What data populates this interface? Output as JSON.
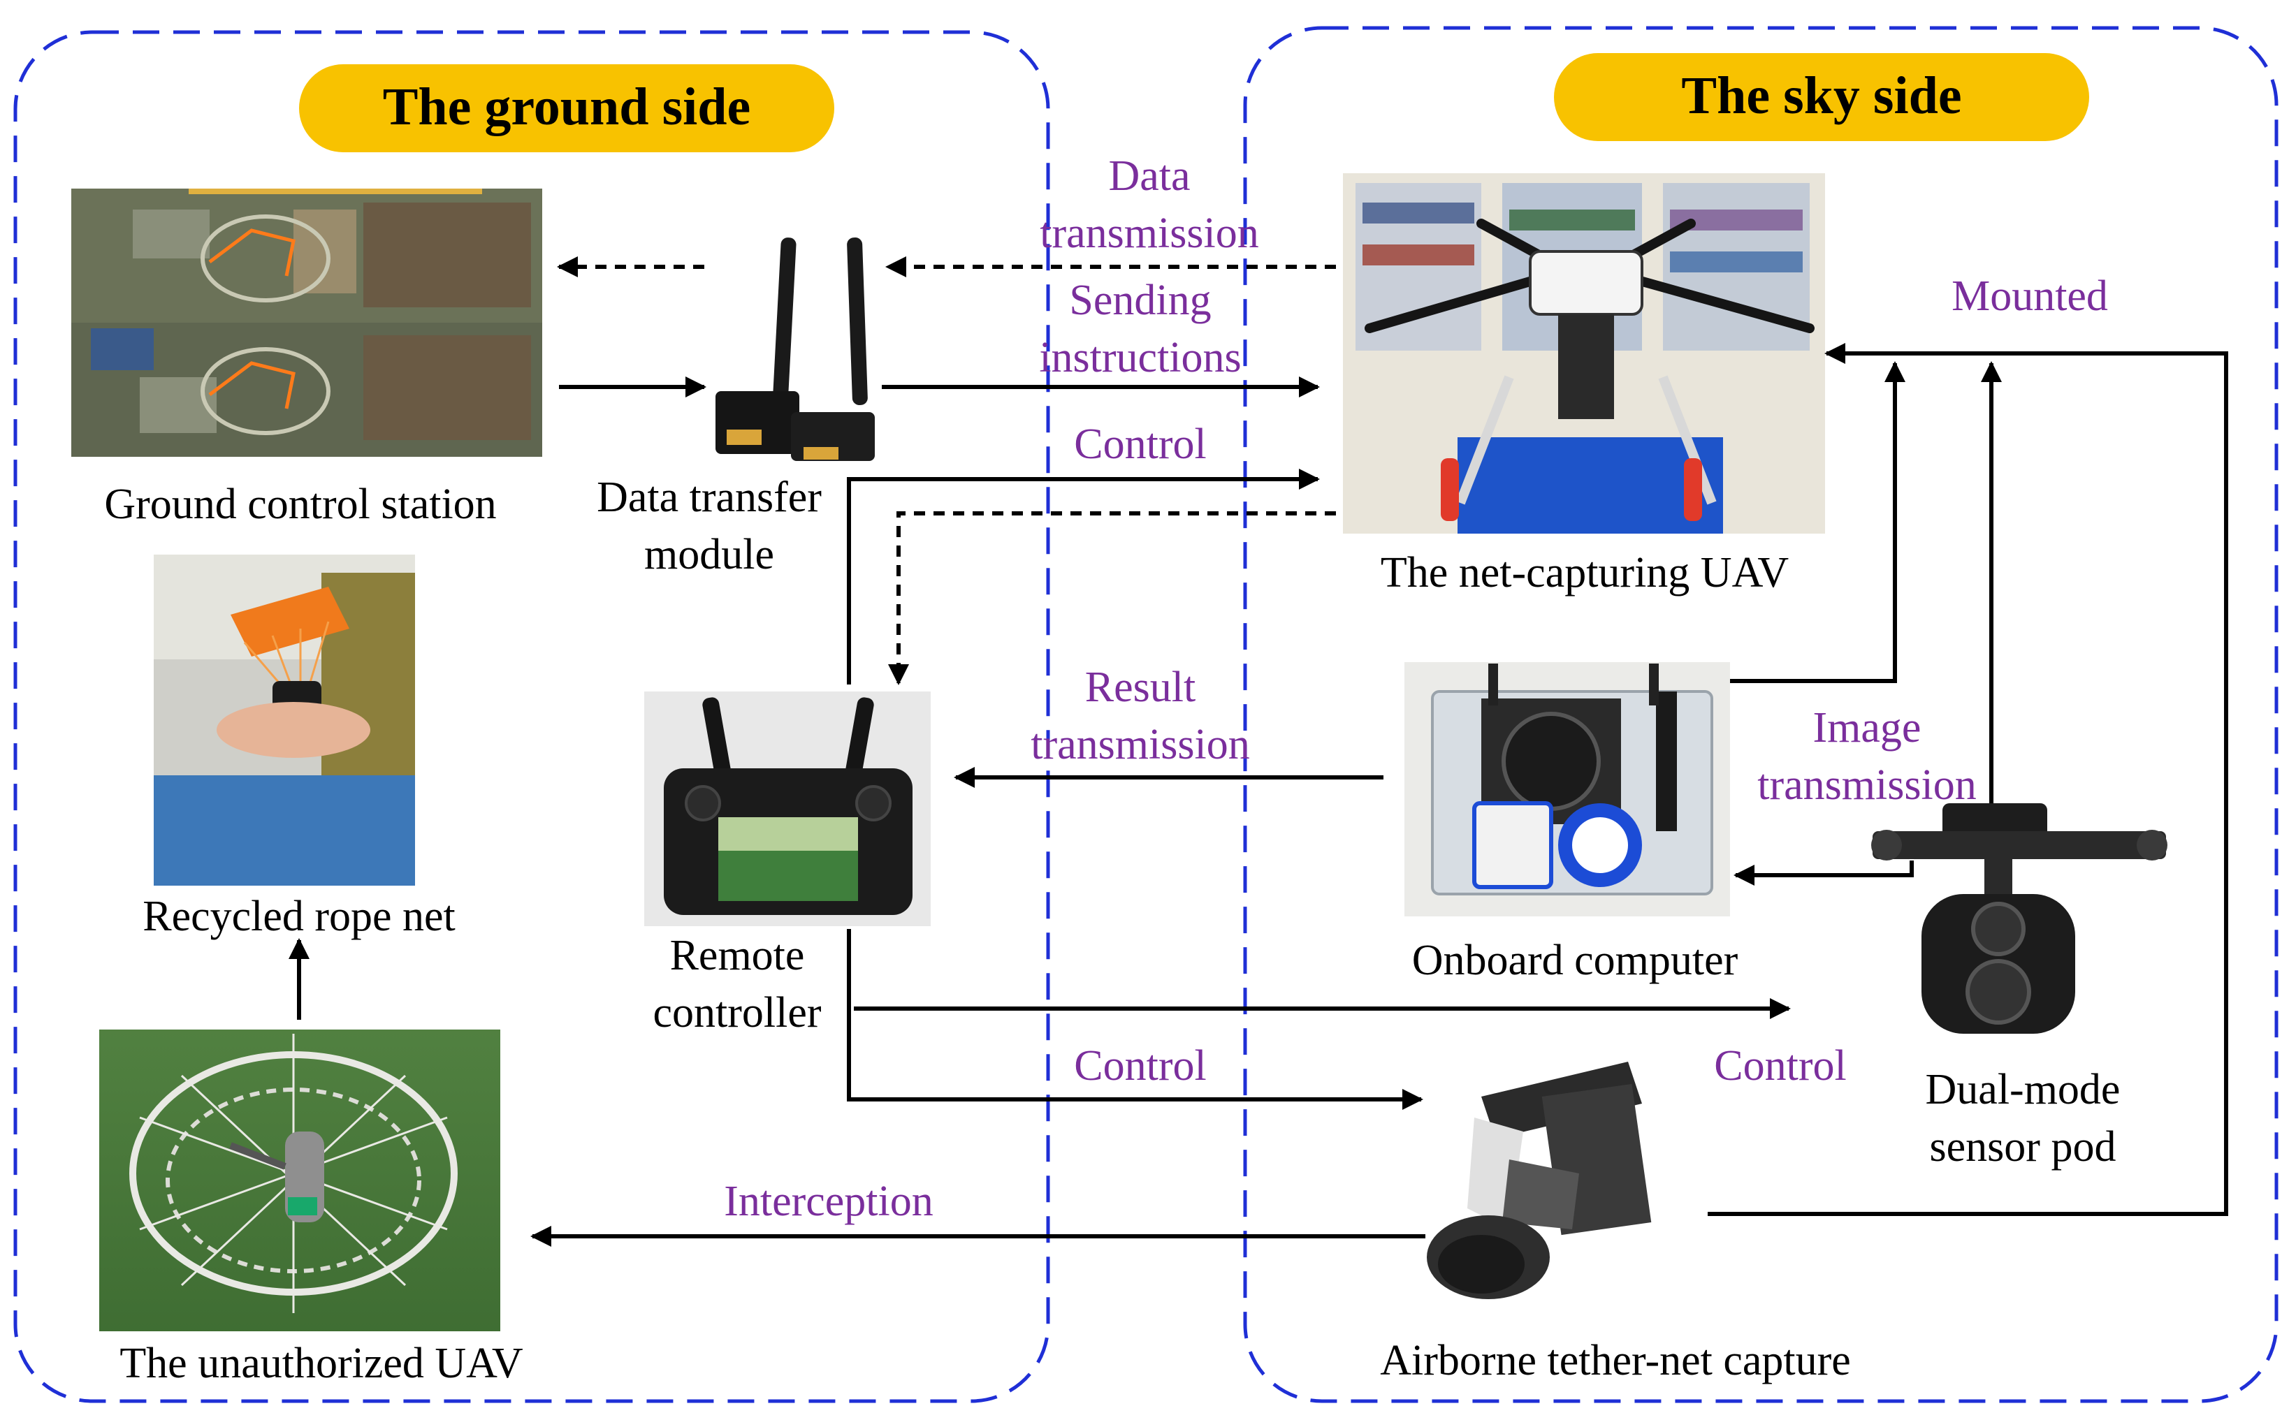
{
  "colors": {
    "region_border": "#1f2fd6",
    "header_fill": "#f8c200",
    "annotation": "#7a2e9c",
    "arrow": "#000000"
  },
  "regions": {
    "ground": {
      "title": "The ground side"
    },
    "sky": {
      "title": "The sky side"
    }
  },
  "components": {
    "ground_control_station": {
      "caption": "Ground control station",
      "icon": "map-screen-photo"
    },
    "data_transfer_module": {
      "caption_line1": "Data transfer",
      "caption_line2": "module",
      "icon": "radio-antenna-photo"
    },
    "recycled_rope_net": {
      "caption": "Recycled rope net",
      "icon": "hands-holding-net-photo"
    },
    "unauthorized_uav": {
      "caption": "The unauthorized UAV",
      "icon": "drone-in-net-photo"
    },
    "remote_controller": {
      "caption_line1": "Remote",
      "caption_line2": "controller",
      "icon": "handheld-controller-photo"
    },
    "net_capturing_uav": {
      "caption": "The net-capturing UAV",
      "icon": "hexacopter-photo"
    },
    "onboard_computer": {
      "caption": "Onboard computer",
      "icon": "computer-board-photo"
    },
    "dual_mode_sensor_pod": {
      "caption_line1": "Dual-mode",
      "caption_line2": "sensor pod",
      "icon": "gimbal-camera-photo"
    },
    "airborne_tether_net_capture": {
      "caption": "Airborne tether-net capture",
      "icon": "net-launcher-photo"
    }
  },
  "flows": {
    "data_transmission": {
      "line1": "Data",
      "line2": "transmission"
    },
    "sending_instructions": {
      "line1": "Sending",
      "line2": "instructions"
    },
    "control_uav": {
      "label": "Control"
    },
    "result_transmission": {
      "line1": "Result",
      "line2": "transmission"
    },
    "image_transmission": {
      "line1": "Image",
      "line2": "transmission"
    },
    "mounted": {
      "label": "Mounted"
    },
    "control_tether": {
      "label": "Control"
    },
    "control_pod": {
      "label": "Control"
    },
    "interception": {
      "label": "Interception"
    }
  }
}
